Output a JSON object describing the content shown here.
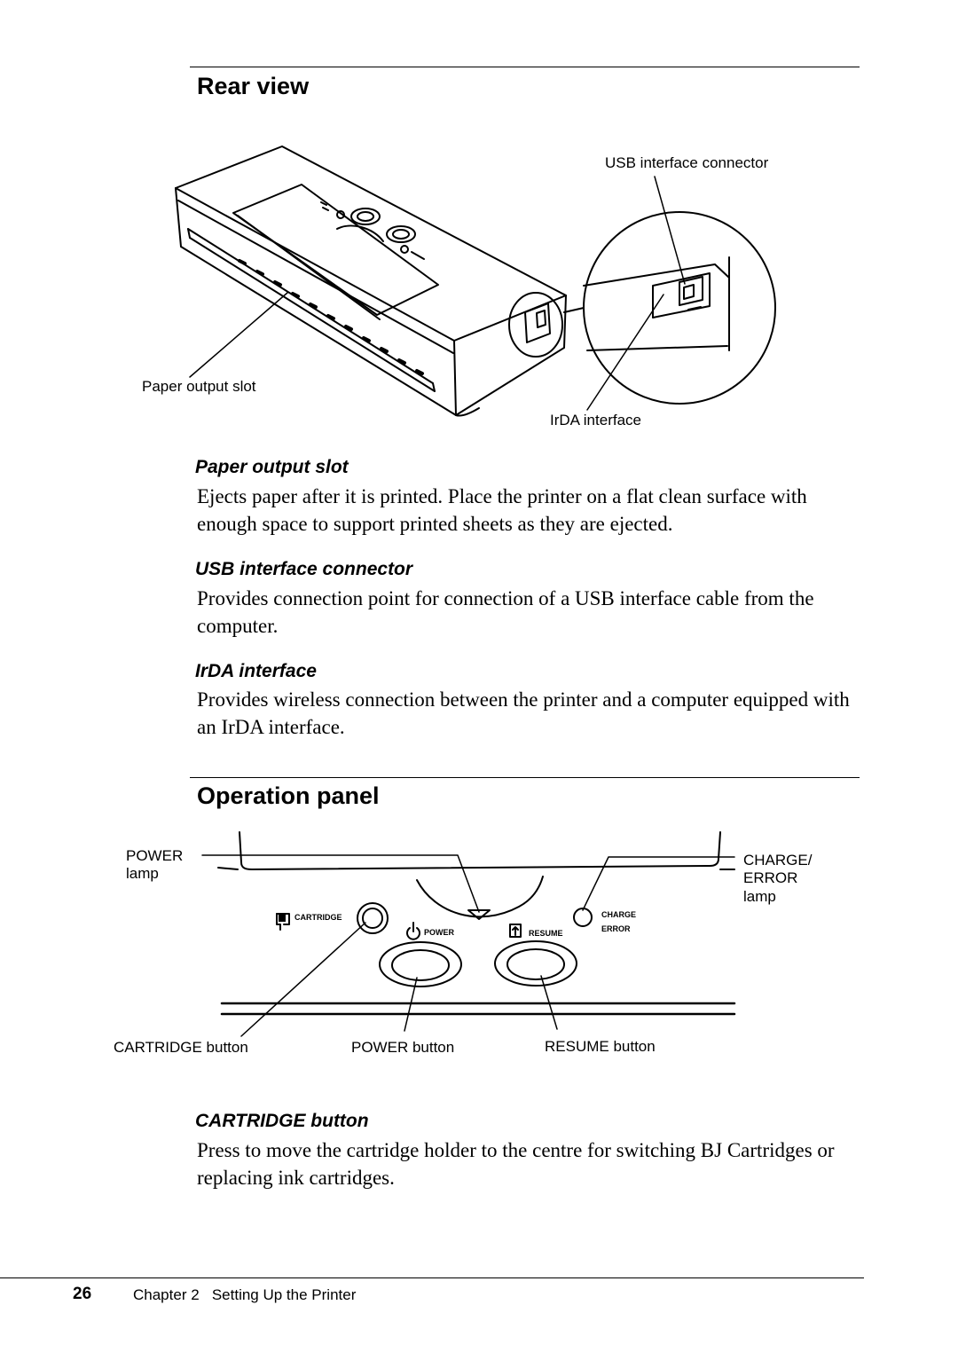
{
  "rear_view": {
    "title": "Rear view",
    "callouts": {
      "usb_connector": "USB interface connector",
      "paper_output_slot": "Paper output slot",
      "irda_interface": "IrDA interface"
    },
    "sections": [
      {
        "heading": "Paper output slot",
        "text": "Ejects paper after it is printed. Place the printer on a flat clean surface with enough space to support printed sheets as they are ejected."
      },
      {
        "heading": "USB interface connector",
        "text": "Provides connection point for connection of a USB interface cable from the computer."
      },
      {
        "heading": "IrDA interface",
        "text": "Provides wireless connection between the printer and a computer equipped with an IrDA interface."
      }
    ]
  },
  "operation_panel": {
    "title": "Operation panel",
    "callouts": {
      "power_lamp_line1": "POWER",
      "power_lamp_line2": "lamp",
      "charge_line1": "CHARGE/",
      "charge_line2": "ERROR",
      "charge_line3": "lamp",
      "cartridge_button": "CARTRIDGE button",
      "power_button": "POWER button",
      "resume_button": "RESUME button"
    },
    "panel_labels": {
      "cartridge": "CARTRIDGE",
      "power": "POWER",
      "resume": "RESUME",
      "charge": "CHARGE",
      "error": "ERROR"
    },
    "sections": [
      {
        "heading": "CARTRIDGE button",
        "text": "Press to move the cartridge holder to the centre for switching BJ Cartridges or replacing ink cartridges."
      }
    ]
  },
  "footer": {
    "page_number": "26",
    "chapter": "Chapter 2   Setting Up the Printer"
  }
}
